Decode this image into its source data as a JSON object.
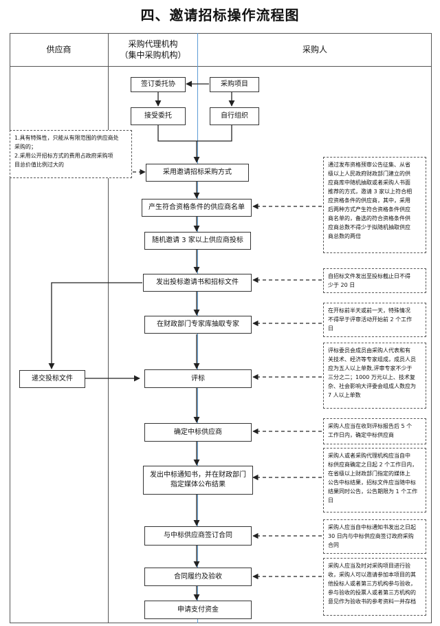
{
  "title": "四、邀请招标操作流程图",
  "columns": {
    "supplier": "供应商",
    "agency_line1": "采购代理机构",
    "agency_line2": "（集中采购机构）",
    "purchaser": "采购人"
  },
  "steps": {
    "sign_entrust": "签订委托协",
    "purchase_project": "采购项目",
    "accept_entrust": "接受委托",
    "self_organize": "自行组织",
    "adopt_invite": "采用邀请招标采购方式",
    "produce_list": "产生符合资格条件的供应商名单",
    "random_invite": "随机邀请 3 家以上供应商投标",
    "issue_invite": "发出投标邀请书和招标文件",
    "extract_experts": "在财政部门专家库抽取专家",
    "submit_bid": "递交投标文件",
    "evaluate": "评标",
    "confirm_winner": "确定中标供应商",
    "notice_line1": "发出中标通知书，并在财政部门",
    "notice_line2": "指定媒体公布结果",
    "sign_contract": "与中标供应商签订合同",
    "perform_accept": "合同履约及验收",
    "apply_payment": "申请支付资金"
  },
  "notes": {
    "left_special": [
      "1.具有特殊性，只能从有限范围的供应商处",
      "采购的；",
      "2.采用公开招标方式的费用占政府采购项",
      "目总价值比例过大的"
    ],
    "supplier_list": [
      "通过发布资格预审公告征集、从省",
      "级以上人民政府财政部门建立的供",
      "应商库中随机抽取或者采购人书面",
      "推荐的方式，邀请 3 家以上符合相",
      "应资格条件的供应商，其中，采用",
      "后两种方式产生符合资格条件供应",
      "商名单的，备选的符合资格条件供",
      "应商总数不得少于拟随机抽取供应",
      "商总数的两倍"
    ],
    "invite_time": [
      "自招标文件发出至投标截止日不得",
      "少于 20 日"
    ],
    "expert_time": [
      "在开标前半天或前一天，特殊情况",
      "不得早于评审活动开始前 2 个工作",
      "日"
    ],
    "committee": [
      "评标委员会成员由采购人代表和有",
      "关技术、经济等专家组成，成员人员",
      "应为五人以上单数,评审专家不少于",
      "三分之二；1000 万元以上、技术复",
      "杂、社会影响大评委会组成人数应为",
      "7 人以上单数"
    ],
    "confirm_time": [
      "采购人应当在收到评标报告后 5 个",
      "工作日内，确定中标供应商"
    ],
    "announce": [
      "采购人或者采购代理机构应当自中",
      "标供应商确定之日起 2 个工作日内，",
      "在省级以上财政部门指定的媒体上",
      "公告中标结果，招标文件应当随中标",
      "结果同时公告，公告期限为 1 个工作",
      "日"
    ],
    "contract_time": [
      "采购人应当自中标通知书发出之日起",
      "30 日内与中标供应商签订政府采购",
      "合同"
    ],
    "acceptance": [
      "采购人应当及时对采购项目进行验",
      "收，采购人可以邀请参加本项目的其",
      "他投标人或者第三方机构参与验收，",
      "参与验收的投票人或者第三方机构的",
      "意见作为验收书的参考资料一并存档"
    ]
  },
  "colors": {
    "border": "#555555",
    "agency_purchaser_divider": "#5b9bd5",
    "box_border": "#333333",
    "text": "#111111"
  }
}
